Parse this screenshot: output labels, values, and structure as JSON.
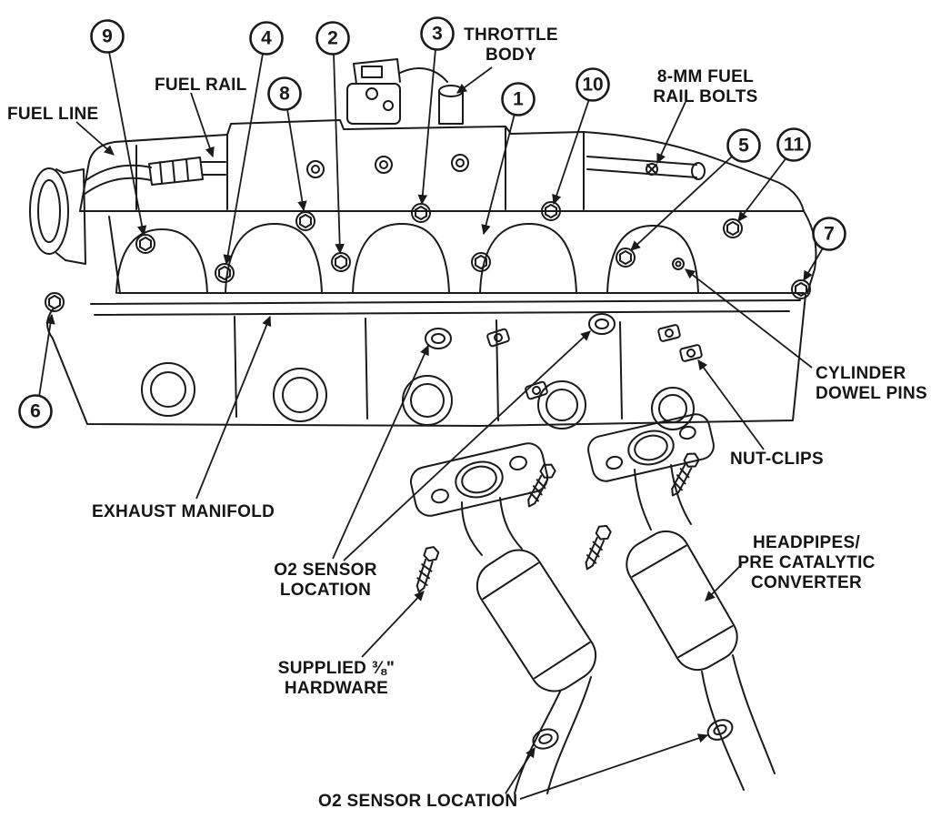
{
  "figure": {
    "type": "technical-line-diagram",
    "subject": "Exhaust manifold, headpipes and fuel rail installation"
  },
  "colors": {
    "background": "#ffffff",
    "ink": "#1a1a1a"
  },
  "balloons": {
    "n9": "9",
    "n4": "4",
    "n2": "2",
    "n3": "3",
    "n8": "8",
    "n1": "1",
    "n10": "10",
    "n5": "5",
    "n11": "11",
    "n7": "7",
    "n6": "6"
  },
  "labels": {
    "fuel_line": [
      "FUEL LINE"
    ],
    "fuel_rail": [
      "FUEL RAIL"
    ],
    "throttle_body": [
      "THROTTLE",
      "BODY"
    ],
    "fuel_rail_bolts": [
      "8-MM FUEL",
      "RAIL BOLTS"
    ],
    "cylinder_dowel_pins": [
      "CYLINDER",
      "DOWEL PINS"
    ],
    "nut_clips": [
      "NUT-CLIPS"
    ],
    "exhaust_manifold": [
      "EXHAUST MANIFOLD"
    ],
    "o2_sensor_upper": [
      "O2 SENSOR",
      "LOCATION"
    ],
    "headpipes": [
      "HEADPIPES/",
      "PRE CATALYTIC",
      "CONVERTER"
    ],
    "supplied_hardware": [
      "SUPPLIED ⅜\"",
      "HARDWARE"
    ],
    "o2_sensor_lower": [
      "O2 SENSOR LOCATION"
    ]
  }
}
